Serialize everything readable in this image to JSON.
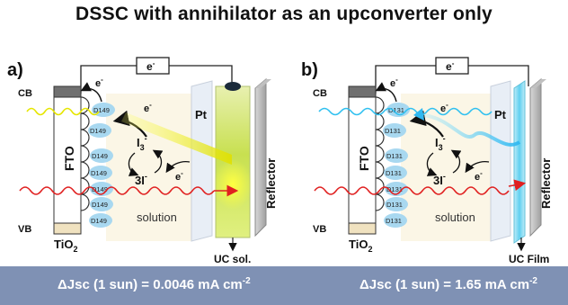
{
  "title": "DSSC with annihilator as an upconverter only",
  "panels": [
    {
      "label": "a)",
      "dye": "D149",
      "cb": "CB",
      "vb": "VB",
      "electrode": "FTO",
      "tio2": "TiO",
      "tio2_sub": "2",
      "counter": "Pt",
      "reflector": "Reflector",
      "electron": "e",
      "electron_sup": "-",
      "iodide_tri": "I",
      "iodide_tri_sub": "3",
      "iodide_tri_sup": "-",
      "iodide": "3I",
      "iodide_sup": "-",
      "solution": "solution",
      "uc_label": "UC sol.",
      "result_prefix": "ΔJsc (1 sun) = 0.0046 mA cm",
      "result_sup": "-2"
    },
    {
      "label": "b)",
      "dye": "D131",
      "cb": "CB",
      "vb": "VB",
      "electrode": "FTO",
      "tio2": "TiO",
      "tio2_sub": "2",
      "counter": "Pt",
      "reflector": "Reflector",
      "electron": "e",
      "electron_sup": "-",
      "iodide_tri": "I",
      "iodide_tri_sub": "3",
      "iodide_tri_sup": "-",
      "iodide": "3I",
      "iodide_sup": "-",
      "solution": "solution",
      "uc_label": "UC Film",
      "result_prefix": "ΔJsc (1 sun) = 1.65 mA cm",
      "result_sup": "-2"
    }
  ],
  "colors": {
    "dye_bubble": "#a8d8f0",
    "red_light": "#e02020",
    "yellow_light": "#e6e600",
    "blue_light": "#30c0f0",
    "uc_solution": "#c8e060",
    "uc_film": "#a0e0f0",
    "result_bar": "#7f91b4"
  }
}
